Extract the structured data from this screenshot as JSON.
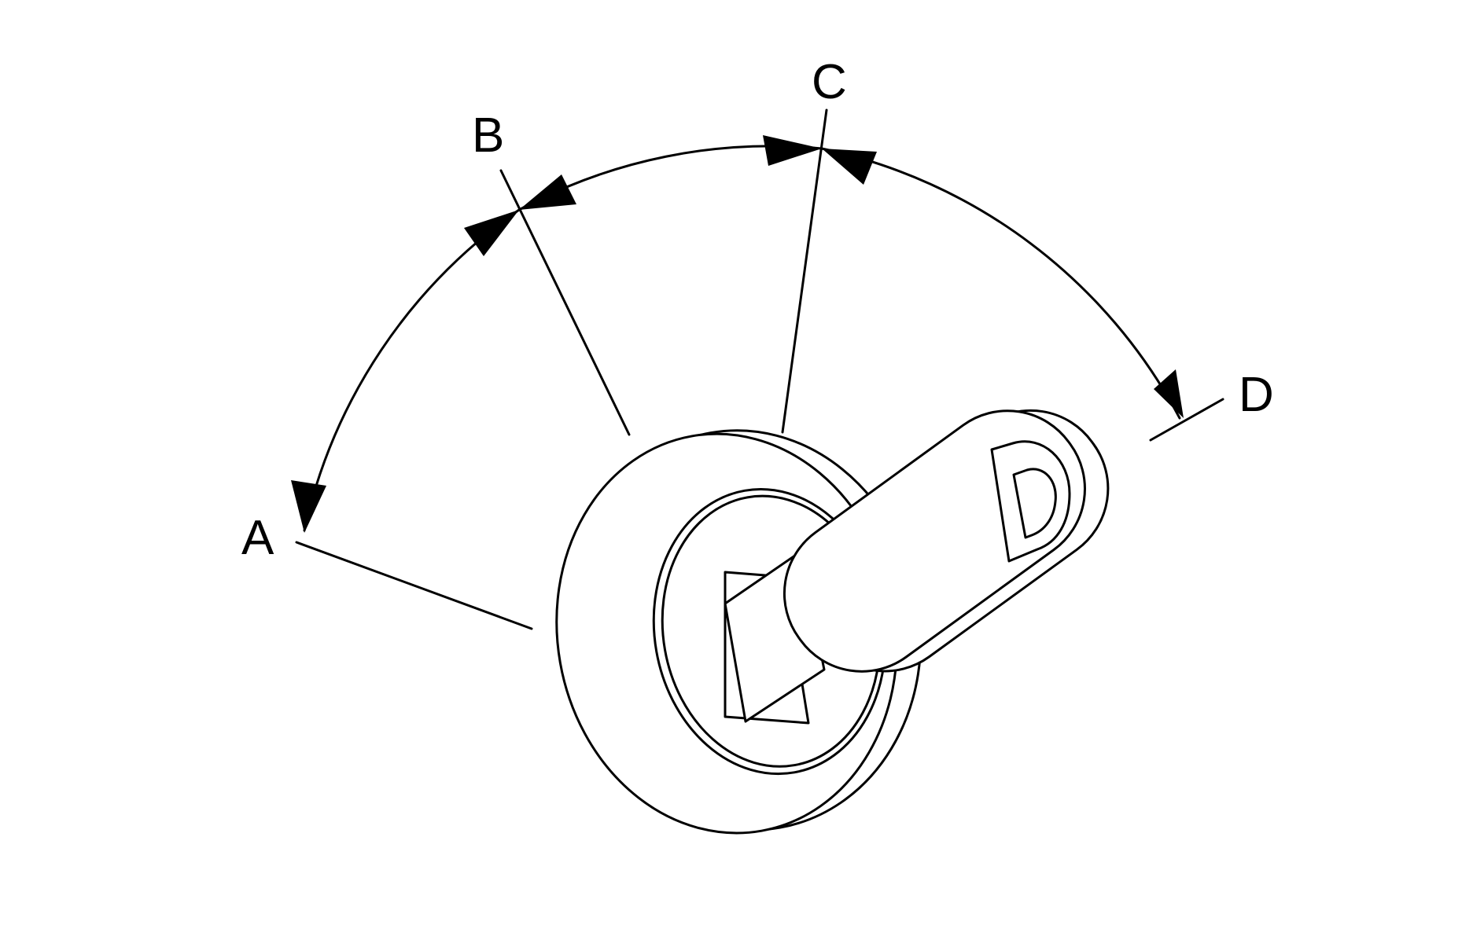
{
  "diagram": {
    "labels": {
      "a": "A",
      "b": "B",
      "c": "C",
      "d": "D"
    },
    "colors": {
      "line": "#000000",
      "background": "#ffffff"
    }
  }
}
